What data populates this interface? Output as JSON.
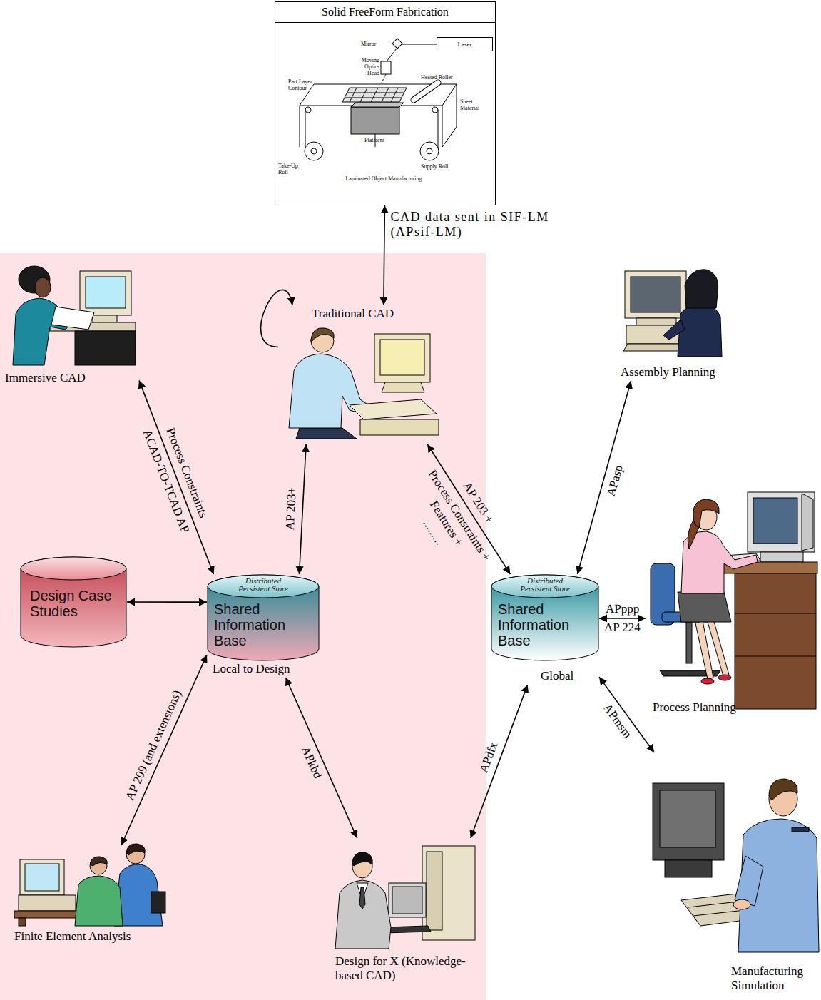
{
  "diagram": {
    "nodes": [
      {
        "text": [
          "Solid FreeForm Fabrication"
        ]
      },
      {
        "text": [
          "Laser"
        ],
        "in": 0
      },
      {
        "text": [
          "Traditional CAD"
        ]
      },
      {
        "text": [
          "Immersive CAD"
        ]
      },
      {
        "text": [
          "Assembly Planning"
        ]
      },
      {
        "text": [
          "Design Case Studies"
        ]
      },
      {
        "text": [
          "Distributed Persistent Store",
          "Shared Information Base",
          "Local to Design"
        ]
      },
      {
        "text": [
          "Distributed Persistent Store",
          "Shared Information Base",
          "Global"
        ]
      },
      {
        "text": [
          "Process Planning"
        ]
      },
      {
        "text": [
          "Finite Element Analysis"
        ]
      },
      {
        "text": [
          "Design for X (Knowledge-based CAD)"
        ]
      },
      {
        "text": [
          "Manufacturing Simulation"
        ]
      }
    ],
    "edges": [
      {
        "from": 0,
        "to": 2,
        "arrow": "both",
        "label": "CAD data sent in SIF-LM (APsif-LM)"
      },
      {
        "from": 2,
        "to": 2,
        "arrow": "to"
      },
      {
        "from": 3,
        "to": 6,
        "arrow": "both",
        "label": "ACAD-TO-TCAD AP"
      },
      {
        "from": 5,
        "to": 6,
        "arrow": "both"
      },
      {
        "from": 2,
        "to": 6,
        "arrow": "both",
        "label": "AP 203+"
      },
      {
        "from": 2,
        "to": 7,
        "arrow": "both",
        "label": "AP 203 +"
      },
      {
        "from": 4,
        "to": 7,
        "arrow": "both",
        "label": "APasp"
      },
      {
        "from": 7,
        "to": 8,
        "arrow": "both",
        "label": "APppp"
      },
      {
        "from": 6,
        "to": 9,
        "arrow": "both",
        "label": "AP 209 (and extensions)"
      },
      {
        "from": 6,
        "to": 10,
        "arrow": "both",
        "label": "APkbd"
      },
      {
        "from": 10,
        "to": 7,
        "arrow": "both",
        "label": "APdfx"
      },
      {
        "from": 7,
        "to": 11,
        "arrow": "both",
        "label": "APmsm"
      }
    ],
    "labels": [
      "Mirror",
      "Moving Optics Head",
      "Heated Roller",
      "Part Layer Contour",
      "Sheet Material",
      "Platform",
      "Take-Up Roll",
      "Supply Roll",
      "Laminated Object Manufacturing",
      "Process Constraints",
      "Process Constraints +",
      "Features +",
      ".........",
      "AP 224"
    ]
  }
}
